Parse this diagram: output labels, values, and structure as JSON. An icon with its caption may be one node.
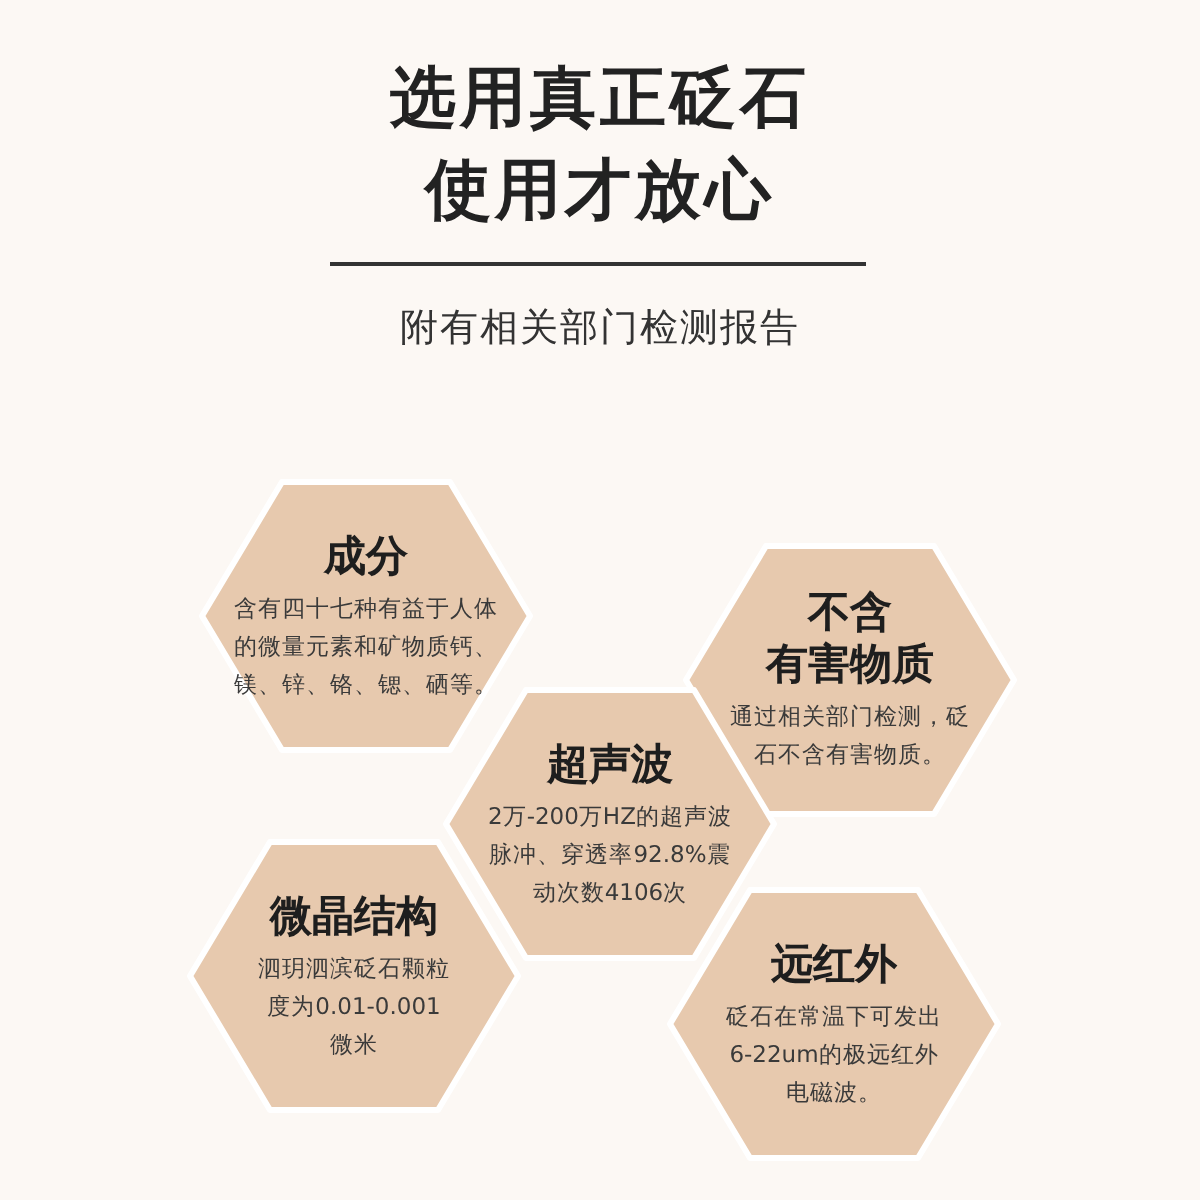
{
  "diagram": {
    "title": "选用真正砭石使用才放心",
    "nodes": [
      {
        "text": [
          "成分",
          "含有四十七种有益于人体的微量元素和矿物质钙、镁、锌、铬、锶、硒等。"
        ]
      },
      {
        "text": [
          "不含",
          "有害物质",
          "通过相关部门检测，砭石不含有害物质。"
        ]
      },
      {
        "text": [
          "超声波",
          "2万-200万HZ的超声波脉冲、穿透率92.8%震动次数4106次"
        ]
      },
      {
        "text": [
          "微晶结构",
          "泗玥泗滨砭石颗粒度为0.01-0.001微米"
        ]
      },
      {
        "text": [
          "远红外",
          "砭石在常温下可发出6-22um的极远红外电磁波。"
        ]
      }
    ],
    "labels": [
      "附有相关部门检测报告"
    ]
  }
}
